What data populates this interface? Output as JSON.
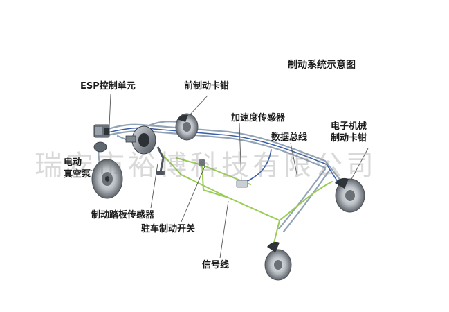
{
  "title": "制动系统示意图",
  "labels": {
    "esp_unit": "ESP控制单元",
    "front_caliper": "前制动卡钳",
    "accel_sensor": "加速度传感器",
    "data_bus": "数据总线",
    "electronic_caliper": "电子机械\n制动卡钳",
    "vacuum_pump": "电动\n真空泵",
    "pedal_sensor": "制动踏板传感器",
    "parking_switch": "驻车制动开关",
    "signal_line": "信号线"
  },
  "watermark": "瑞安市裕博科技有限公司",
  "colors": {
    "brake_line": "#8fa0b3",
    "bus_line": "#3a5fa8",
    "signal_line": "#9acd54",
    "label_line": "#555555",
    "rotor": "#8a9096"
  }
}
